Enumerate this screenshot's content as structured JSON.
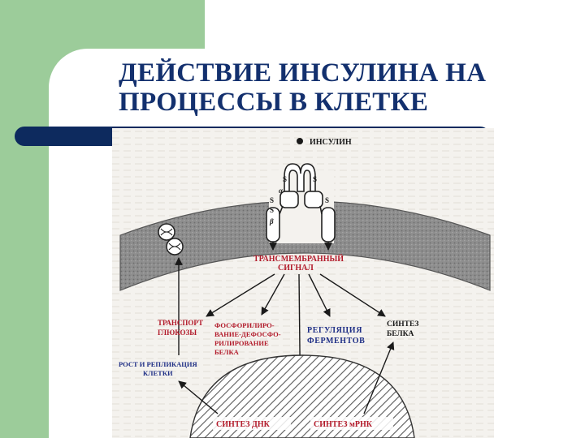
{
  "slide": {
    "title_line1": "ДЕЙСТВИЕ ИНСУЛИНА НА",
    "title_line2": "ПРОЦЕССЫ В КЛЕТКЕ"
  },
  "diagram": {
    "insulin_label": "ИНСУЛИН",
    "alpha_symbol": "α",
    "beta_symbol": "β",
    "s_symbol": "S",
    "signal_line1": "ТРАНСМЕМБРАННЫЙ",
    "signal_line2": "СИГНАЛ",
    "transport_line1": "ТРАНСПОРТ",
    "transport_line2": "ГЛЮКОЗЫ",
    "phospho_line1": "ФОСФОРИЛИРО-",
    "phospho_line2": "ВАНИЕ-ДЕФОСФО-",
    "phospho_line3": "РИЛИРОВАНИЕ",
    "phospho_line4": "БЕЛКА",
    "enzyme_line1": "РЕГУЛЯЦИЯ",
    "enzyme_line2": "ФЕРМЕНТОВ",
    "protein_line1": "СИНТЕЗ",
    "protein_line2": "БЕЛКА",
    "growth_line1": "РОСТ И РЕПЛИКАЦИЯ",
    "growth_line2": "КЛЕТКИ",
    "dna_label": "СИНТЕЗ ДНК",
    "mrna_label": "СИНТЕЗ мРНК",
    "colors": {
      "red_label": "#b21a2a",
      "blue_label": "#1f2f86",
      "membrane": "#8c8c8c",
      "nucleus_hatch": "#5a5a5a"
    }
  }
}
